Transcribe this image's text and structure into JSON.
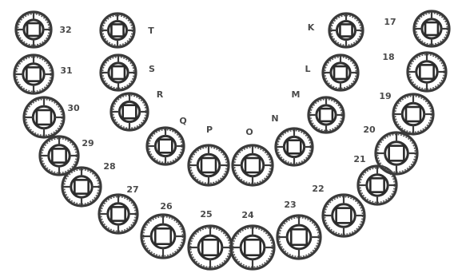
{
  "colors": {
    "ink": "#3a3a3a",
    "label": "#4a4a4a",
    "background": "#ffffff"
  },
  "permanent_teeth": [
    {
      "label": "32"
    },
    {
      "label": "31"
    },
    {
      "label": "30"
    },
    {
      "label": "29"
    },
    {
      "label": "28"
    },
    {
      "label": "27"
    },
    {
      "label": "26"
    },
    {
      "label": "25"
    },
    {
      "label": "24"
    },
    {
      "label": "23"
    },
    {
      "label": "22"
    },
    {
      "label": "21"
    },
    {
      "label": "20"
    },
    {
      "label": "19"
    },
    {
      "label": "18"
    },
    {
      "label": "17"
    }
  ],
  "primary_teeth": [
    {
      "label": "T"
    },
    {
      "label": "S"
    },
    {
      "label": "R"
    },
    {
      "label": "Q"
    },
    {
      "label": "P"
    },
    {
      "label": "O"
    },
    {
      "label": "N"
    },
    {
      "label": "M"
    },
    {
      "label": "L"
    },
    {
      "label": "K"
    }
  ]
}
